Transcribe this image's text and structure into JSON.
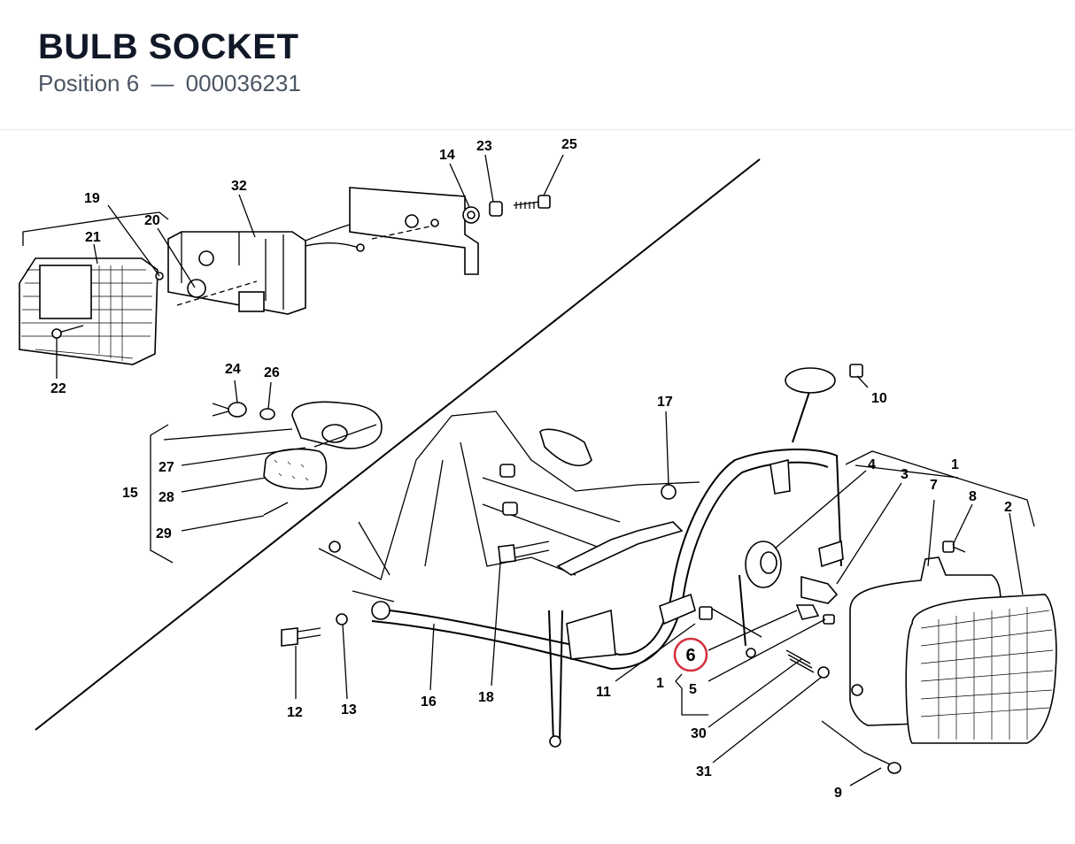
{
  "header": {
    "title": "BULB SOCKET",
    "position_label": "Position 6",
    "separator": "—",
    "part_number": "000036231"
  },
  "highlight": {
    "label": "6",
    "color": "#d32f3a"
  },
  "callouts": [
    "1",
    "1",
    "2",
    "3",
    "4",
    "5",
    "7",
    "8",
    "9",
    "10",
    "11",
    "12",
    "13",
    "14",
    "15",
    "16",
    "17",
    "18",
    "19",
    "20",
    "21",
    "22",
    "23",
    "24",
    "25",
    "26",
    "27",
    "28",
    "29",
    "30",
    "31",
    "32"
  ]
}
